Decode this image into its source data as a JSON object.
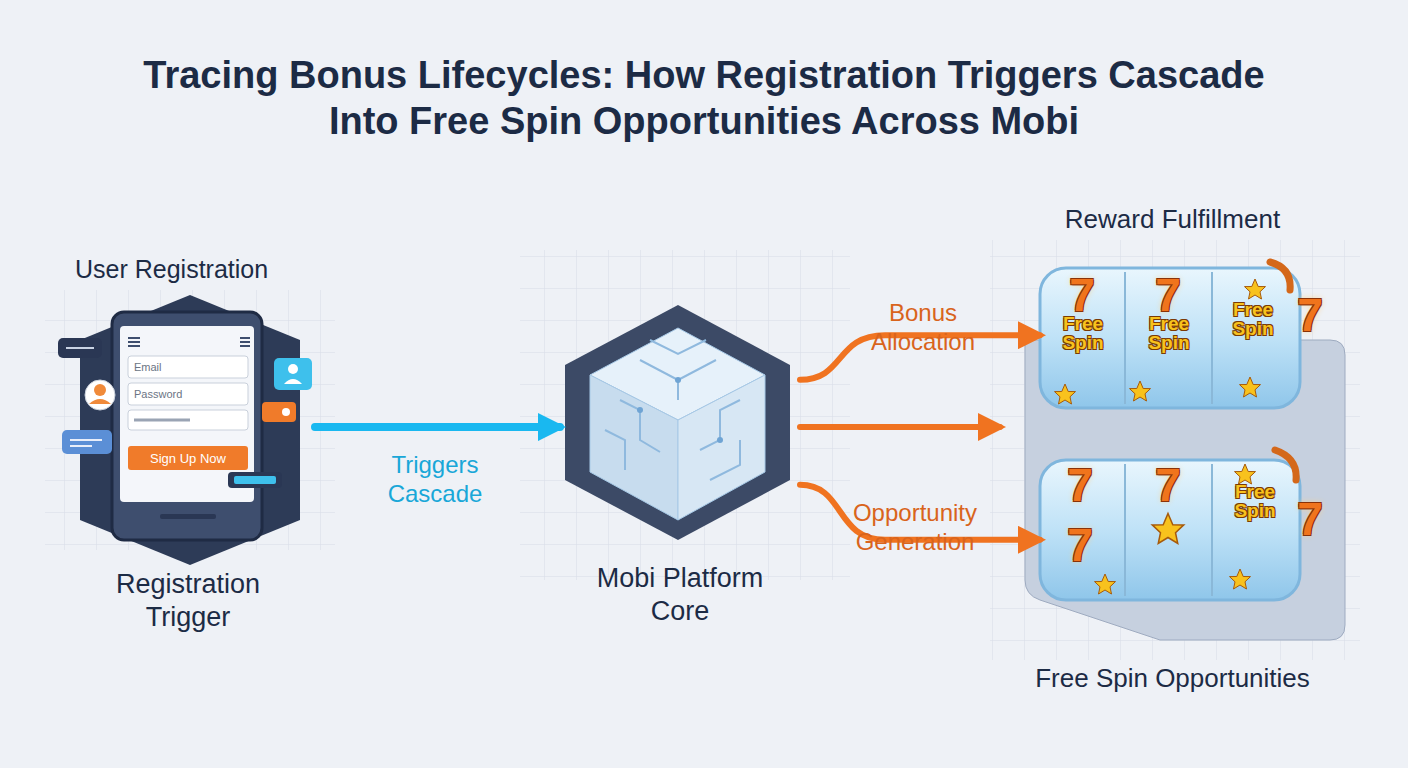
{
  "diagram": {
    "title": "Tracing Bonus Lifecycles: How Registration Triggers Cascade Into Free Spin Opportunities Across Mobi",
    "nodes": [
      {
        "text": [
          "User Registration",
          "Registration Trigger"
        ]
      },
      {
        "text": [
          "Mobi Platform Core"
        ]
      },
      {
        "text": [
          "Reward Fulfillment",
          "Free Spin Opportunities"
        ]
      },
      {
        "text": [
          "7",
          "Free Spin",
          "7",
          "Free Spin",
          "Free Spin",
          "7"
        ],
        "in": 2
      },
      {
        "text": [
          "7",
          "7",
          "7",
          "Free Spin",
          "7"
        ],
        "in": 2
      }
    ],
    "edges": [
      {
        "from": 0,
        "to": 1,
        "label": "Triggers Cascade",
        "arrow": "to"
      },
      {
        "from": 1,
        "to": 3,
        "label": "Bonus Allocation",
        "arrow": "to"
      },
      {
        "from": 1,
        "to": 2,
        "arrow": "to"
      },
      {
        "from": 1,
        "to": 4,
        "label": "Opportunity Generation",
        "arrow": "to"
      }
    ],
    "labels": [
      "Email",
      "Password",
      "Sign Up Now"
    ]
  }
}
